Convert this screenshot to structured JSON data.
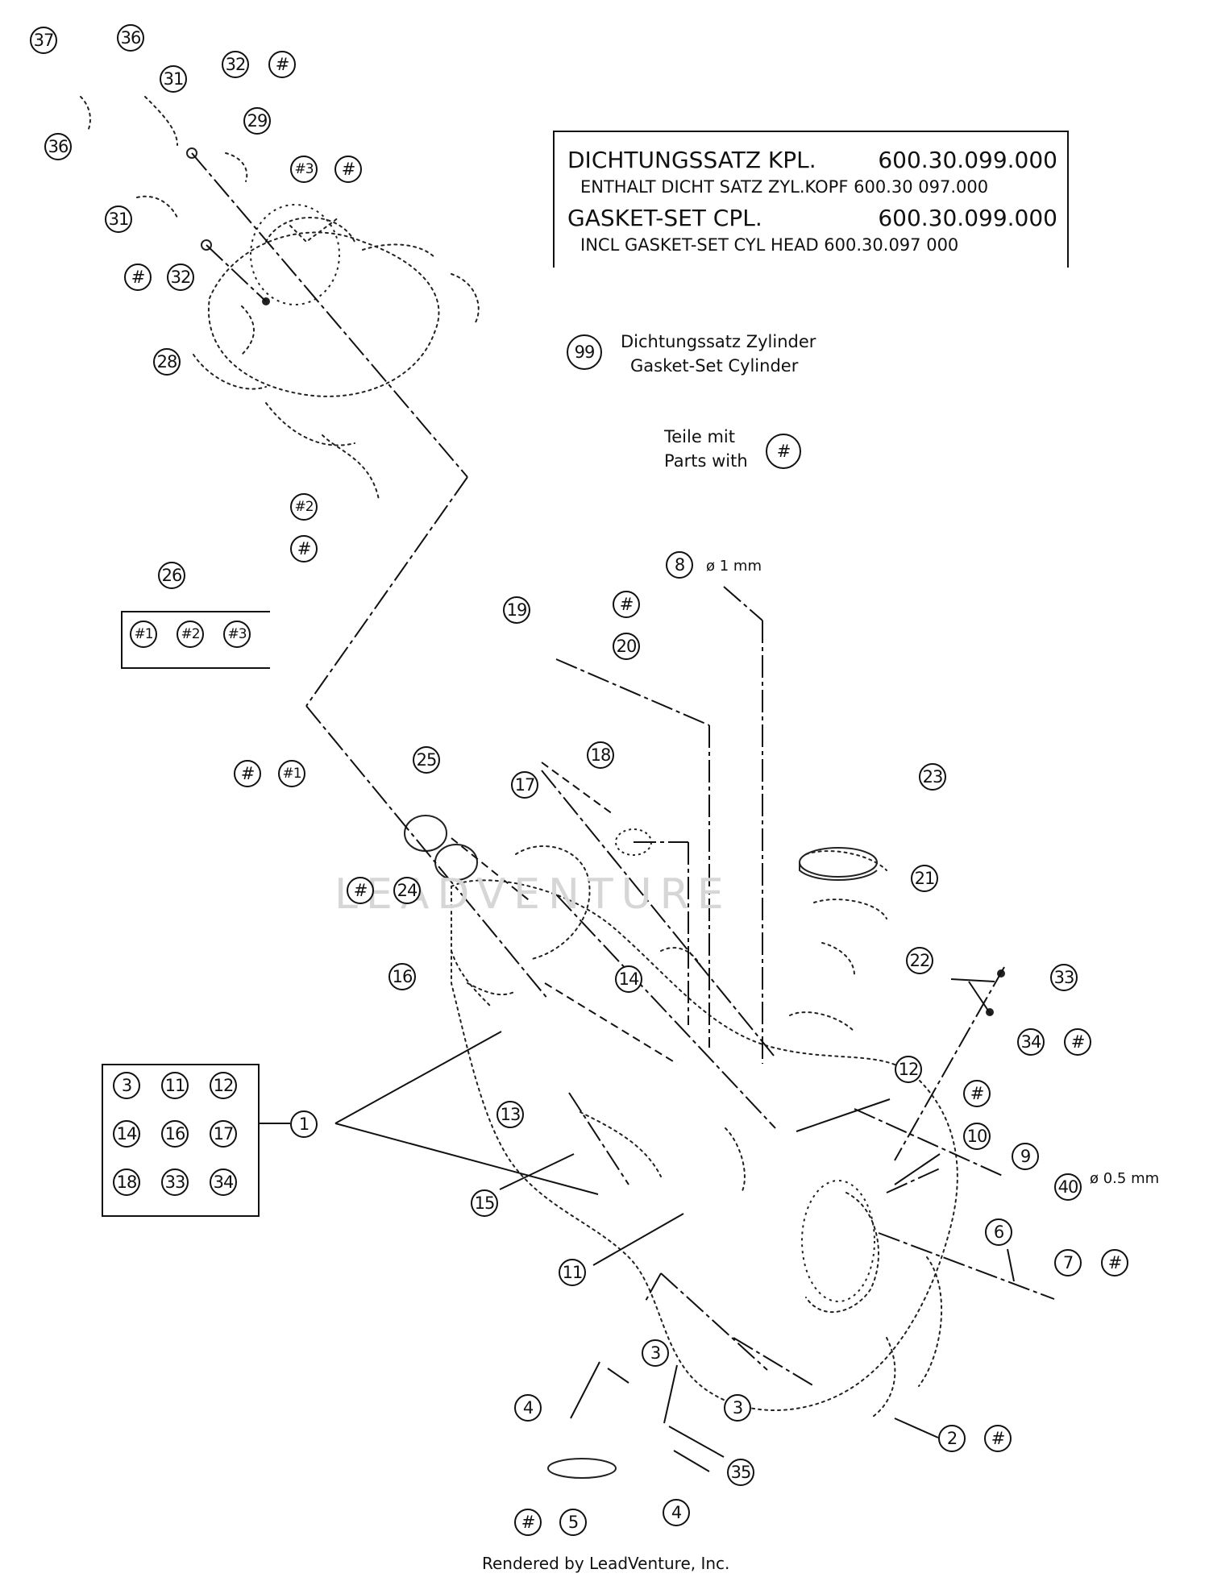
{
  "gasket_set": {
    "line1_label": "DICHTUNGSSATZ KPL.",
    "line1_value": "600.30.099.000",
    "line2": "ENTHALT DICHT SATZ ZYL.KOPF 600.30 097.000",
    "line3_label": "GASKET-SET CPL.",
    "line3_value": "600.30.099.000",
    "line4": "INCL  GASKET-SET CYL  HEAD 600.30.097 000"
  },
  "cylinder_set": {
    "number": "99",
    "line1": "Dichtungssatz Zylinder",
    "line2": "Gasket-Set Cylinder"
  },
  "parts_with": {
    "line1": "Teile mit",
    "line2": "Parts with",
    "symbol": "#"
  },
  "dimensions": {
    "d8": "ø 1 mm",
    "d40": "ø 0.5 mm"
  },
  "kit_box": [
    "#1",
    "#2",
    "#3"
  ],
  "group_box": [
    "3",
    "11",
    "12",
    "14",
    "16",
    "17",
    "18",
    "33",
    "34"
  ],
  "callouts": {
    "c37": "37",
    "c36a": "36",
    "c36b": "36",
    "c31a": "31",
    "c32a": "32",
    "h32a": "#",
    "c29": "29",
    "c3a": "#3",
    "h3": "#",
    "c31b": "31",
    "h32b": "#",
    "c32b": "32",
    "c28": "28",
    "c2a": "#2",
    "h2": "#",
    "c26": "26",
    "h1": "#",
    "c1a": "#1",
    "c25": "25",
    "h24": "#",
    "c24": "24",
    "c16": "16",
    "c17": "17",
    "c18": "18",
    "c19": "19",
    "h20": "#",
    "c20": "20",
    "c8": "8",
    "c23": "23",
    "c21": "21",
    "c22": "22",
    "c14": "14",
    "c33": "33",
    "c34": "34",
    "h34": "#",
    "c12": "12",
    "c1": "1",
    "c13": "13",
    "h10": "#",
    "c10": "10",
    "c9": "9",
    "c40": "40",
    "c15": "15",
    "c6": "6",
    "c7": "7",
    "h7": "#",
    "c11": "11",
    "c3b": "3",
    "c4a": "4",
    "c3c": "3",
    "c35": "35",
    "c2": "2",
    "h2b": "#",
    "h5": "#",
    "c5": "5",
    "c4b": "4"
  },
  "watermark": "LEADVENTURE",
  "footer": "Rendered by LeadVenture, Inc."
}
